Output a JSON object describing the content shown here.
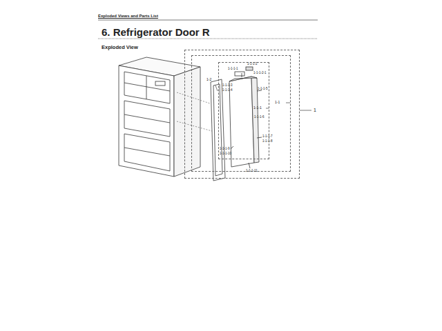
{
  "diagram": {
    "title": "6. Refrigerator Door R",
    "nodes": [
      {
        "text": [
          "1"
        ]
      },
      {
        "text": [
          "1-1"
        ],
        "in": 0
      },
      {
        "text": [
          "1-1-1"
        ],
        "in": 1
      }
    ],
    "labels": [
      "Exploded Views and Parts List",
      "Exploded View",
      "1-2",
      "1-1-1-1",
      "1-1-1-2",
      "1-1-1-2-1",
      "1-1-1-3",
      "1-1-1-4",
      "1-1-1-5",
      "1-1-1-6",
      "1-1-1-7",
      "1-1-1-8",
      "1-1-1-9",
      "1-1-1-10",
      "1-1-1-11"
    ]
  }
}
